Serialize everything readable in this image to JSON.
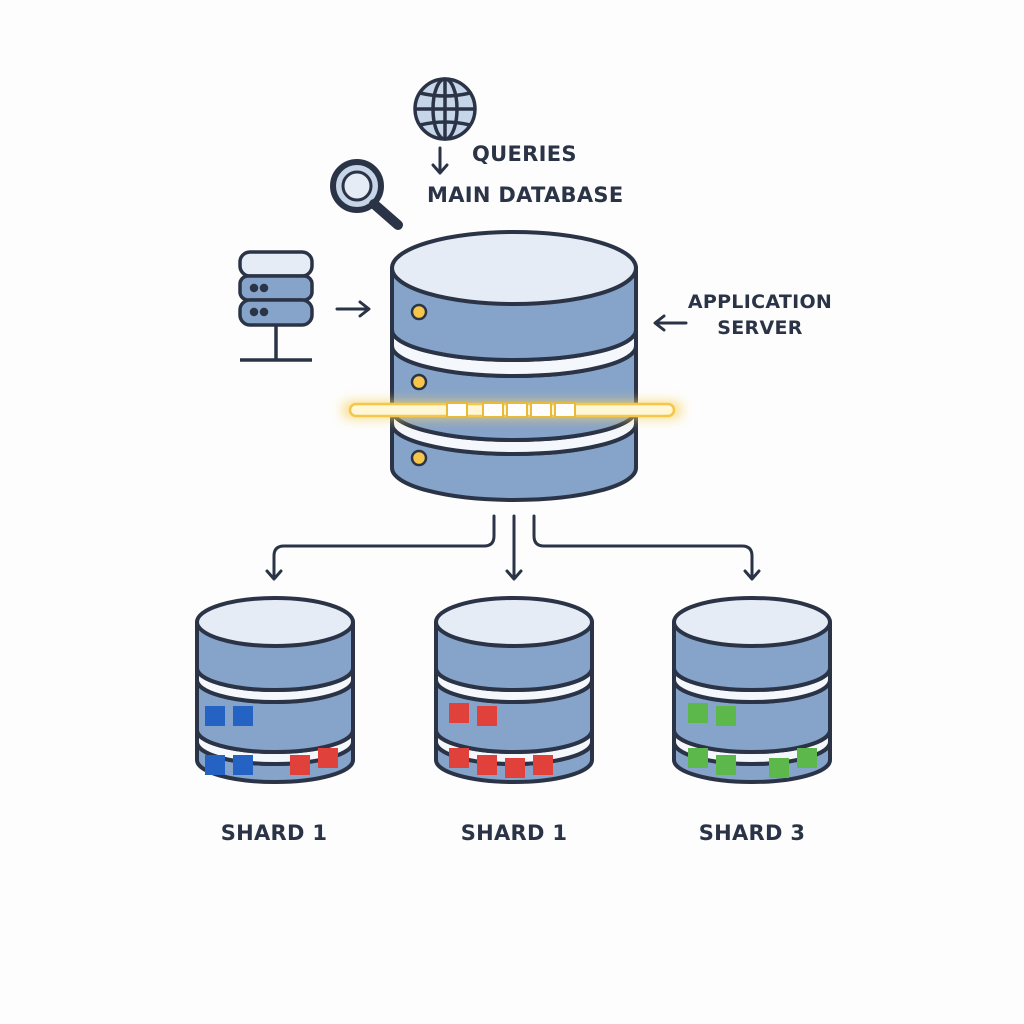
{
  "labels": {
    "queries": "QUERIES",
    "main_database": "MAIN DATABASE",
    "application": "APPLICATION",
    "server": "SERVER"
  },
  "shards": [
    {
      "label": "SHARD 1"
    },
    {
      "label": "SHARD 1"
    },
    {
      "label": "SHARD 3"
    }
  ],
  "colors": {
    "stroke": "#2b3447",
    "db_body": "#86a3c9",
    "db_top": "#e6ecf5",
    "band": "#f4f7fb",
    "indicator": "#f6c64a",
    "glow": "#f7d56a",
    "shard_blue": "#2463c4",
    "shard_red": "#e0423b",
    "shard_green": "#5cb84b"
  },
  "icons": [
    "globe-icon",
    "search-icon",
    "server-rack-icon"
  ]
}
